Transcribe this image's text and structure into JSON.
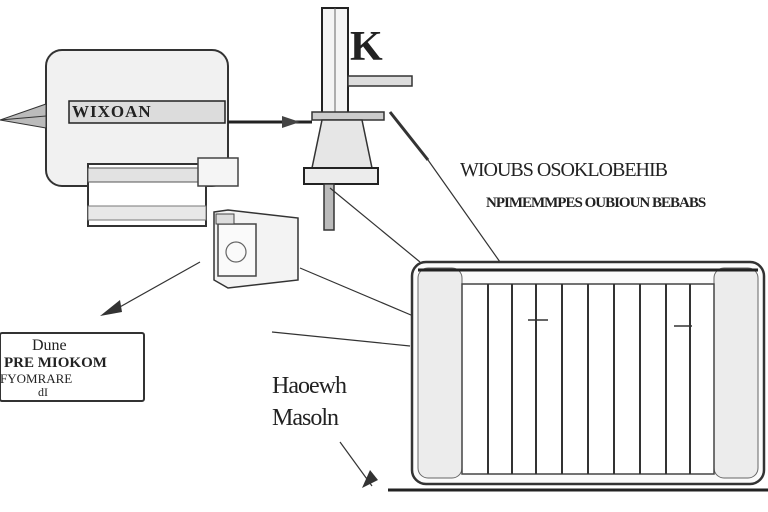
{
  "labels": {
    "k_mark": "K",
    "device_plate": "WIXOAN",
    "heading_line1": "WIOUBS OSOKLOBEHIB",
    "heading_line2": "NPIMEMMPES OUBIOUN BEBABS",
    "left_box_line1": "Dune",
    "left_box_line2": "PRE MIOKOM",
    "left_box_line3": "FYOMRARE",
    "left_box_line4": "dI",
    "center_line1": "Haoewh",
    "center_line2": "Masoln"
  },
  "colors": {
    "ink": "#222222",
    "panel_fill": "#ececec",
    "panel_stroke": "#333333",
    "shade": "#cfcfcf"
  }
}
